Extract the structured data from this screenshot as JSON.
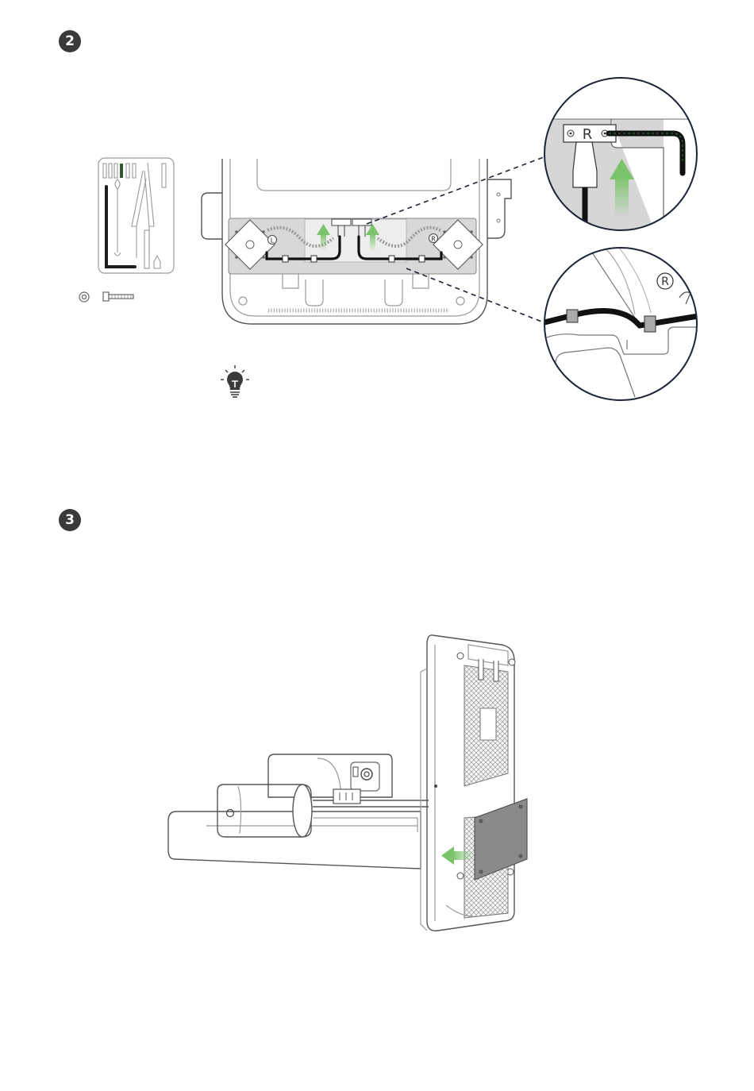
{
  "steps": [
    {
      "number": "2"
    },
    {
      "number": "3"
    }
  ],
  "callout_top": {
    "connector_letter": "R"
  },
  "main_panel": {
    "left_mark": "L",
    "right_mark": "R"
  },
  "callout_bottom": {
    "side_mark": "R"
  },
  "colors": {
    "badge": "#3a3a3a",
    "arrow_green": "#7cc46b",
    "panel_grey": "#d8d8d8",
    "cable": "#111111",
    "callout_border": "#1d2436"
  },
  "icons": [
    "tool-kit-icon",
    "washer-icon",
    "bolt-icon",
    "lightbulb-tip-icon",
    "arrow-up-icon",
    "arrow-left-icon"
  ]
}
